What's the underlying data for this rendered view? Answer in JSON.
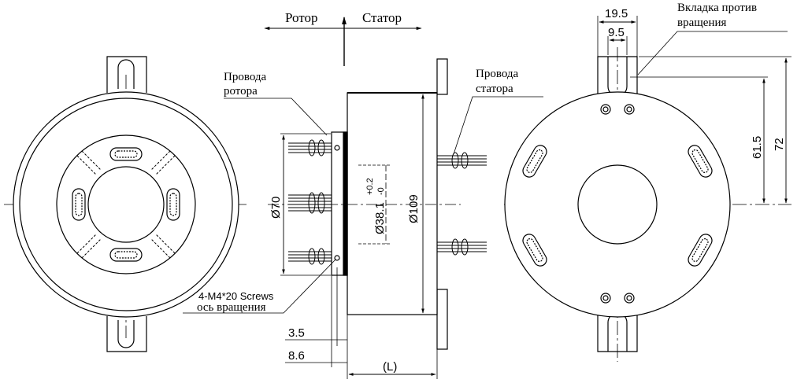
{
  "labels": {
    "rotor": "Ротор",
    "stator": "Статор",
    "rotor_wires": [
      "Провода",
      "ротора"
    ],
    "stator_wires": [
      "Провода",
      "статора"
    ],
    "anti_rotation": [
      "Вкладка против",
      "вращения"
    ],
    "screws": "4-M4*20 Screws",
    "axis": "ось вращения"
  },
  "dimensions": {
    "d70": "Ø70",
    "d38": "Ø38.1",
    "tol_plus": "+0.2",
    "tol_minus": "-0",
    "d109": "Ø109",
    "t3_5": "3.5",
    "t8_6": "8.6",
    "length": "(L)",
    "w19_5": "19.5",
    "w9_5": "9.5",
    "h61_5": "61.5",
    "h72": "72"
  }
}
